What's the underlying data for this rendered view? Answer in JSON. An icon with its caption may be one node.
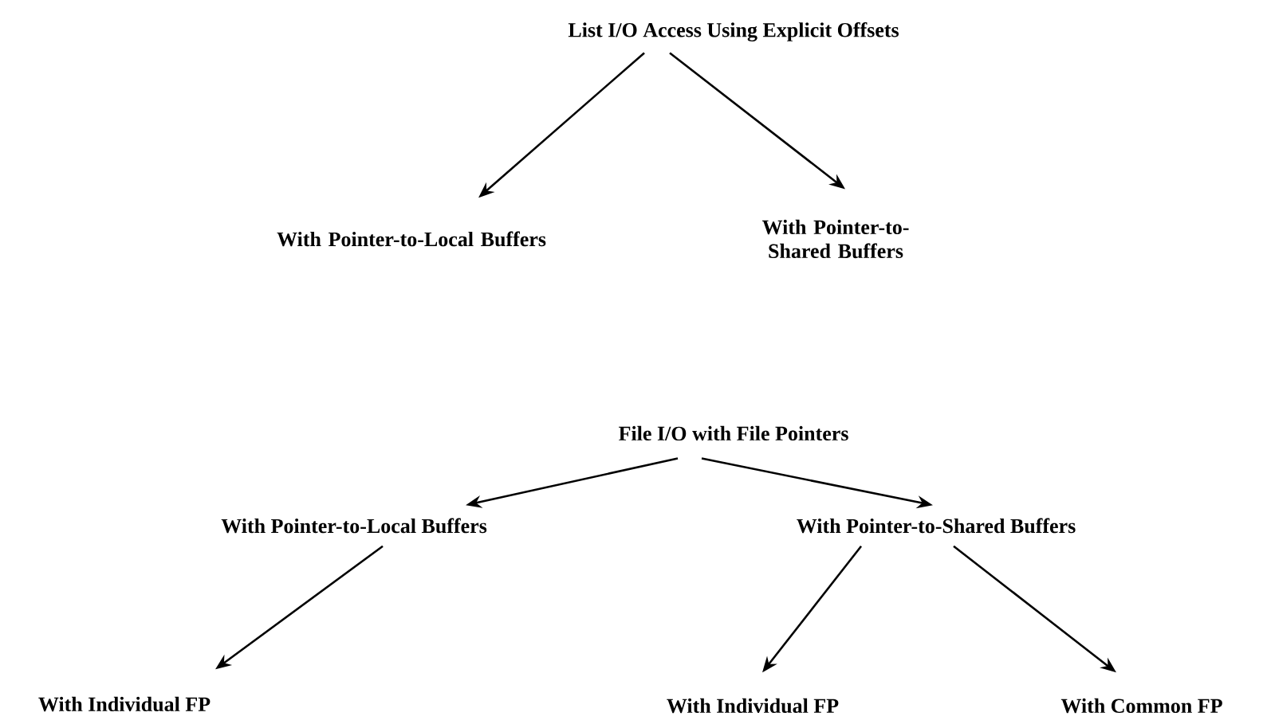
{
  "diagram": {
    "nodes": [
      {
        "text": [
          "List I/O Access Using Explicit Offsets"
        ]
      },
      {
        "text": [
          "With Pointer-to-Local Buffers"
        ]
      },
      {
        "text": [
          "With Pointer-to-Shared Buffers"
        ]
      },
      {
        "text": [
          "File I/O with File Pointers"
        ]
      },
      {
        "text": [
          "With Pointer-to-Local Buffers"
        ]
      },
      {
        "text": [
          "With Pointer-to-Shared Buffers"
        ]
      },
      {
        "text": [
          "With Individual FP"
        ]
      },
      {
        "text": [
          "With Individual FP"
        ]
      },
      {
        "text": [
          "With Common FP"
        ]
      }
    ],
    "edges": [
      {
        "from": 0,
        "to": 1,
        "arrow": "to"
      },
      {
        "from": 0,
        "to": 2,
        "arrow": "to"
      },
      {
        "from": 3,
        "to": 4,
        "arrow": "to"
      },
      {
        "from": 3,
        "to": 5,
        "arrow": "to"
      },
      {
        "from": 4,
        "to": 6,
        "arrow": "to"
      },
      {
        "from": 5,
        "to": 7,
        "arrow": "to"
      },
      {
        "from": 5,
        "to": 8,
        "arrow": "to"
      }
    ]
  }
}
